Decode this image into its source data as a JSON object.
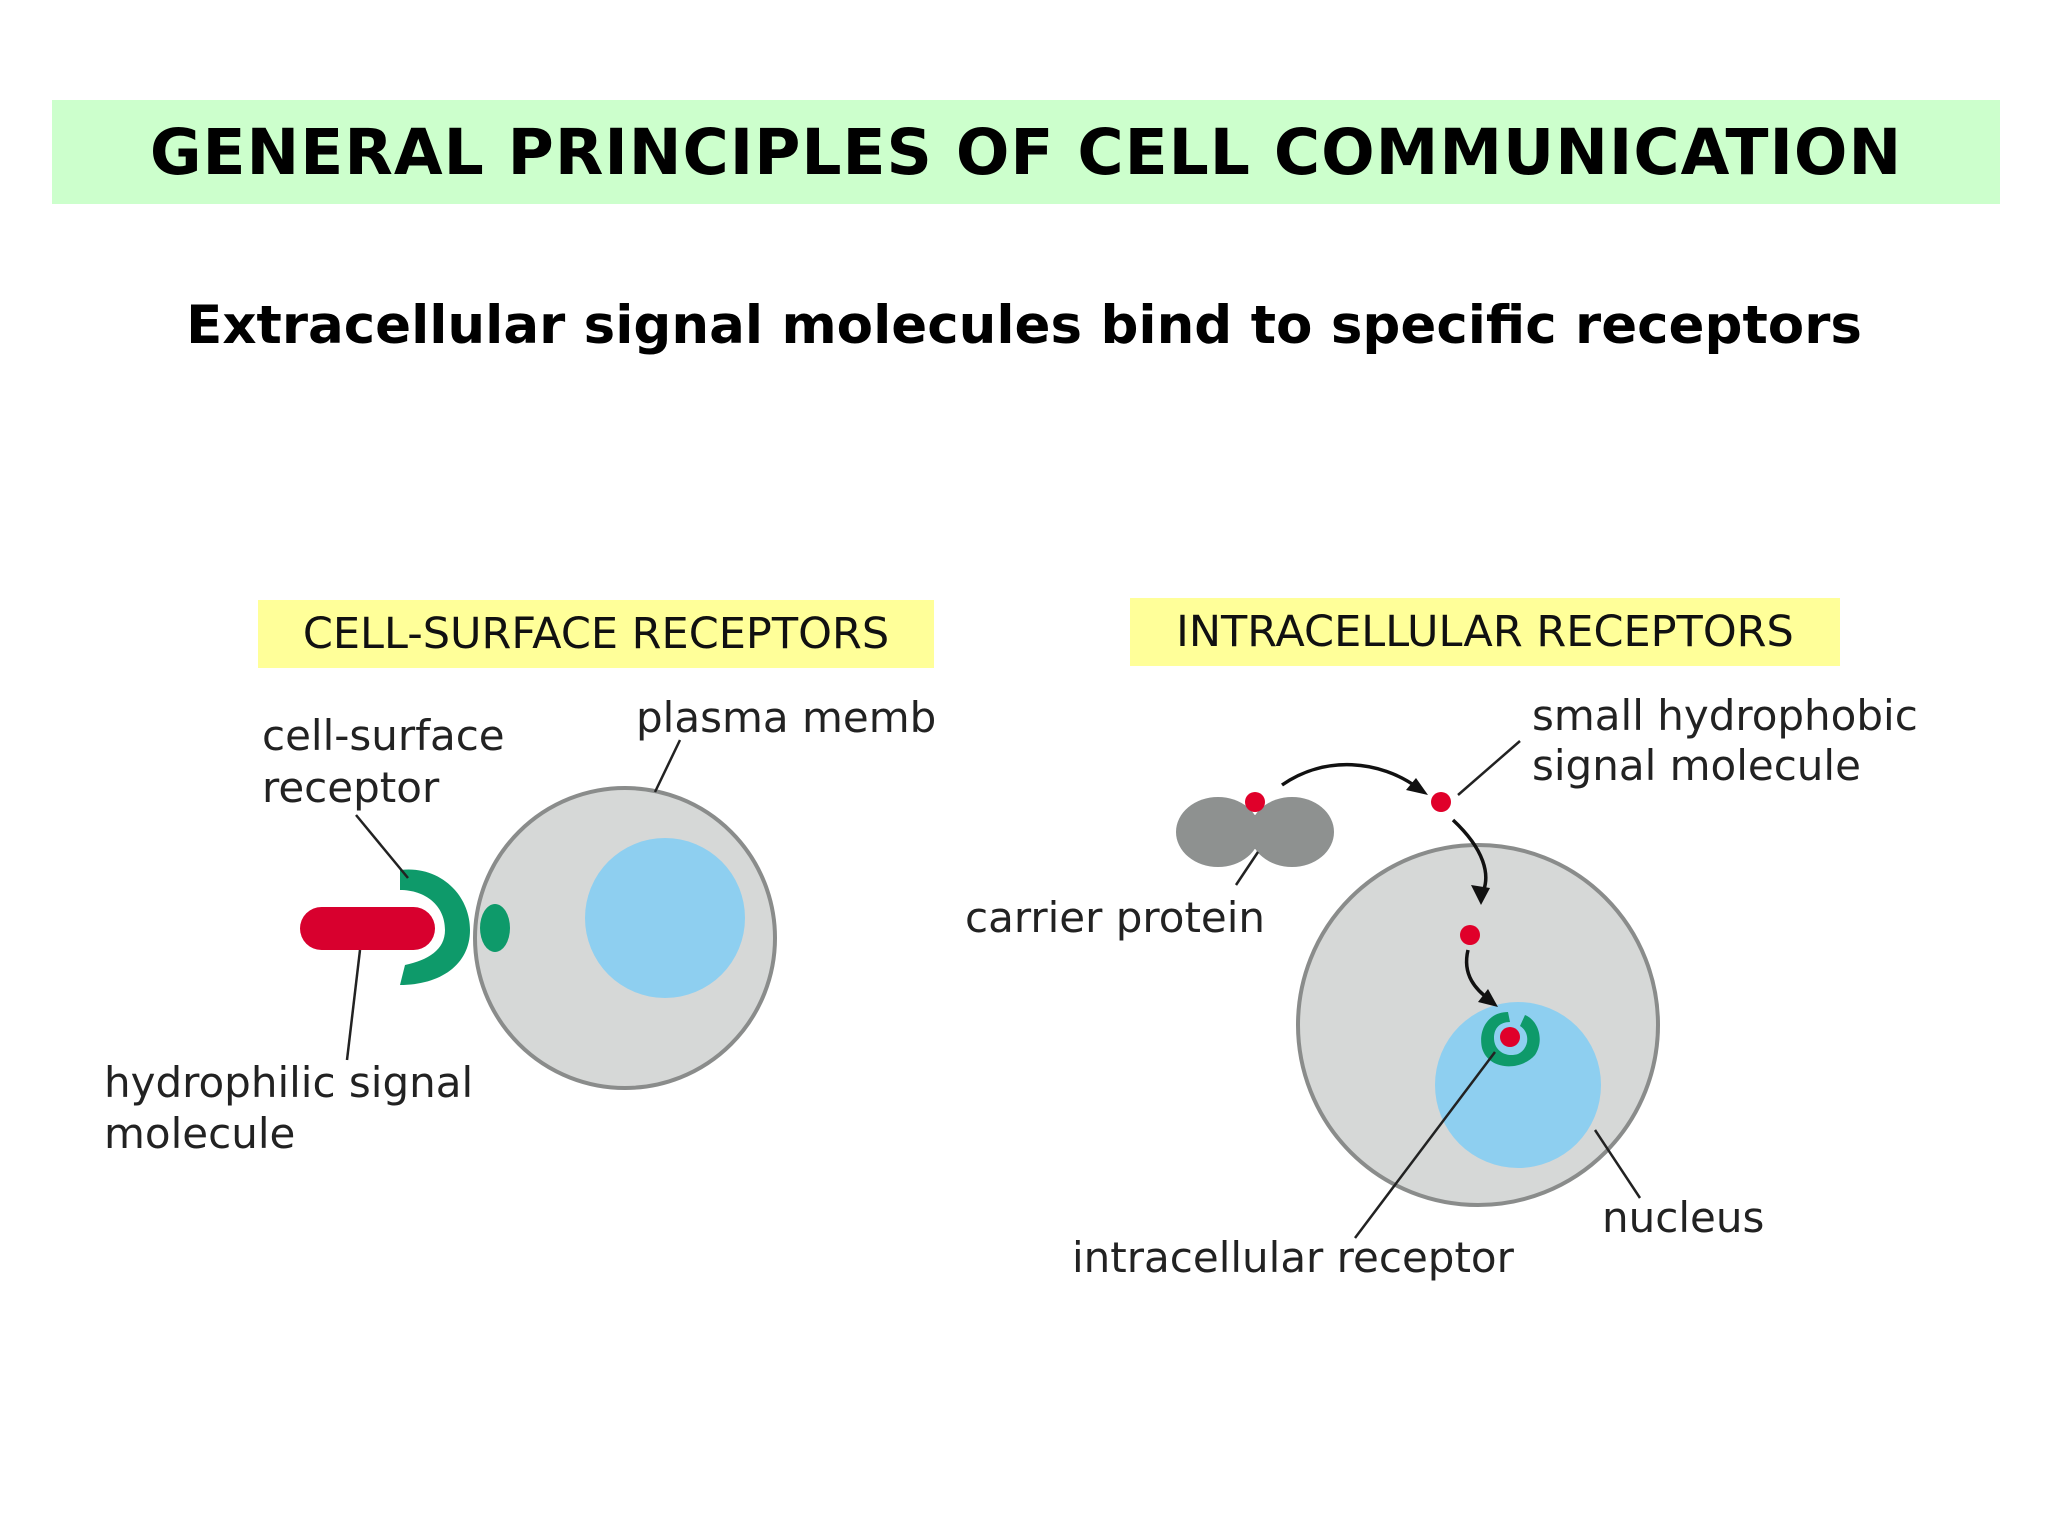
{
  "title": "GENERAL PRINCIPLES OF CELL COMMUNICATION",
  "subtitle": "Extracellular signal molecules bind to specific receptors",
  "left_panel": {
    "heading": "CELL-SURFACE RECEPTORS",
    "labels": {
      "receptor_line1": "cell-surface",
      "receptor_line2": "receptor",
      "membrane": "plasma memb",
      "signal_line1": "hydrophilic signal",
      "signal_line2": "molecule"
    }
  },
  "right_panel": {
    "heading": "INTRACELLULAR RECEPTORS",
    "labels": {
      "signal_line1": "small hydrophobic",
      "signal_line2": "signal molecule",
      "carrier": "carrier protein",
      "nucleus": "nucleus",
      "receptor": "intracellular receptor"
    }
  },
  "colors": {
    "title_bg": "#ccffcc",
    "heading_bg": "#ffff99",
    "cell": "#d6d8d7",
    "cell_outline": "#8a8c8b",
    "nucleus": "#8ecff0",
    "receptor": "#0e9a6a",
    "signal_hydrophilic": "#d8002e",
    "signal_hydrophobic": "#e0002a",
    "carrier": "#8e9190"
  }
}
